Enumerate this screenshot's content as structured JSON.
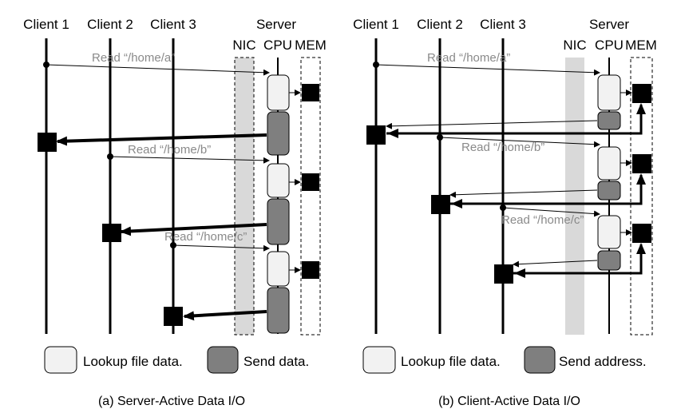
{
  "panels": [
    {
      "headers": {
        "client1": "Client 1",
        "client2": "Client 2",
        "client3": "Client 3",
        "server": "Server",
        "nic": "NIC",
        "cpu": "CPU",
        "mem": "MEM"
      },
      "requests": [
        "Read “/home/a”",
        "Read “/home/b”",
        "Read “/home/c”"
      ],
      "legend": {
        "light": "Lookup file data.",
        "dark": "Send data."
      },
      "caption": "(a) Server-Active Data I/O"
    },
    {
      "headers": {
        "client1": "Client 1",
        "client2": "Client 2",
        "client3": "Client 3",
        "server": "Server",
        "nic": "NIC",
        "cpu": "CPU",
        "mem": "MEM"
      },
      "requests": [
        "Read “/home/a”",
        "Read “/home/b”",
        "Read “/home/c”"
      ],
      "legend": {
        "light": "Lookup file data.",
        "dark": "Send address."
      },
      "caption": "(b) Client-Active Data I/O"
    }
  ],
  "colors": {
    "lookup": "#f2f2f2",
    "send": "#7f7f7f",
    "nic_band": "#d9d9d9",
    "request_text": "#8a8a8a"
  }
}
